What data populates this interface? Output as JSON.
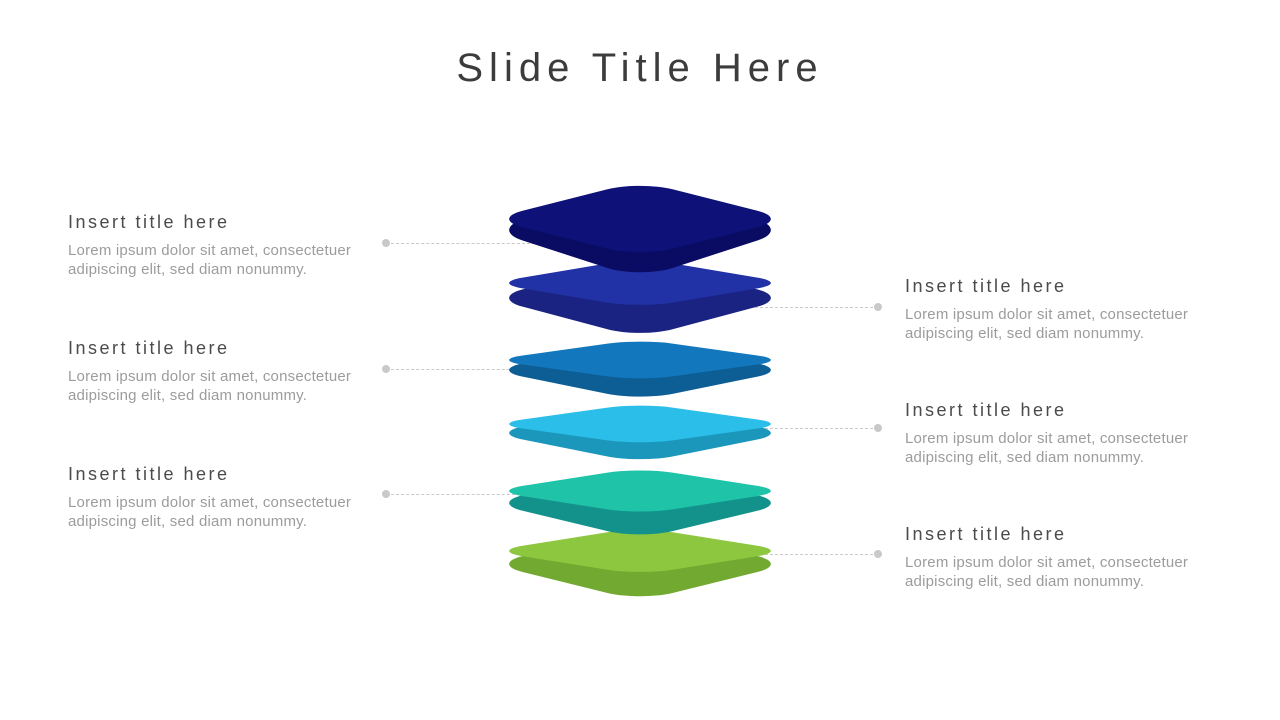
{
  "slide_title": "Slide Title Here",
  "colors": {
    "background": "#FFFFFF",
    "title_text": "#3C3C3C",
    "heading_text": "#4B4B4B",
    "body_text": "#9C9C9C",
    "connector": "#C9C9C9"
  },
  "stack": {
    "layers": [
      {
        "label": "layer-1",
        "face_color": "#0E1178",
        "side_color": "#0A0C64"
      },
      {
        "label": "layer-2",
        "face_color": "#2132A6",
        "side_color": "#1A2382"
      },
      {
        "label": "layer-3",
        "face_color": "#1277BD",
        "side_color": "#0C5E95"
      },
      {
        "label": "layer-4",
        "face_color": "#2ABEE8",
        "side_color": "#1C97BC"
      },
      {
        "label": "layer-5",
        "face_color": "#1EC3A8",
        "side_color": "#12928B"
      },
      {
        "label": "layer-6",
        "face_color": "#8DC740",
        "side_color": "#72A930"
      }
    ]
  },
  "callouts": {
    "left": [
      {
        "title": "Insert title here",
        "body": "Lorem ipsum dolor sit amet, consectetuer adipiscing elit, sed diam nonummy."
      },
      {
        "title": "Insert title here",
        "body": "Lorem ipsum dolor sit amet, consectetuer adipiscing elit, sed diam nonummy."
      },
      {
        "title": "Insert title here",
        "body": "Lorem ipsum dolor sit amet, consectetuer adipiscing elit, sed diam nonummy."
      }
    ],
    "right": [
      {
        "title": "Insert title here",
        "body": "Lorem ipsum dolor sit amet, consectetuer adipiscing elit, sed diam nonummy."
      },
      {
        "title": "Insert title here",
        "body": "Lorem ipsum dolor sit amet, consectetuer adipiscing elit, sed diam nonummy."
      },
      {
        "title": "Insert title here",
        "body": "Lorem ipsum dolor sit amet, consectetuer adipiscing elit, sed diam nonummy."
      }
    ]
  }
}
